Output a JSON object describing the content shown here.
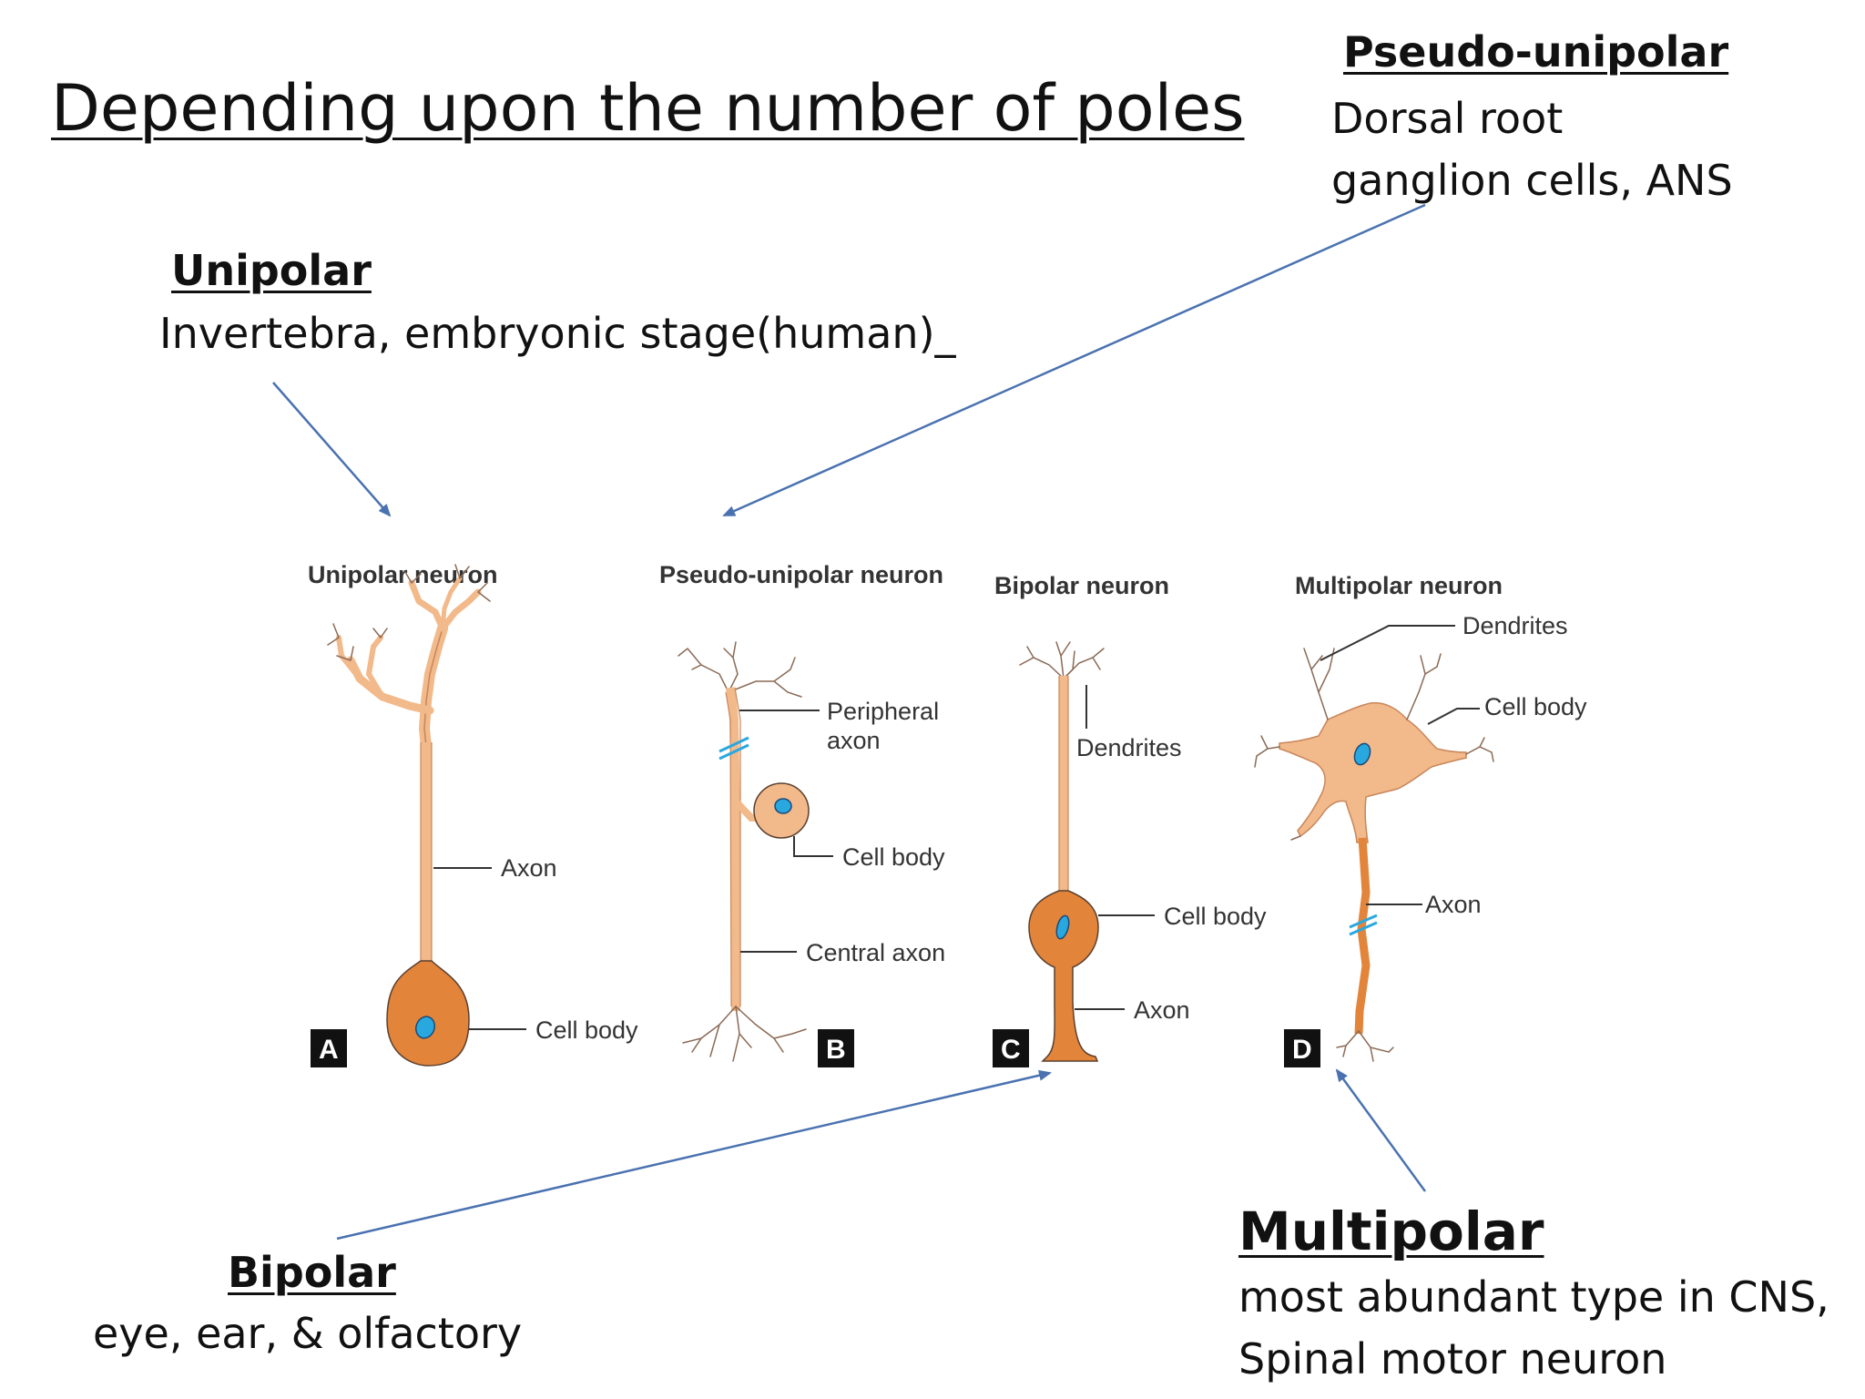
{
  "title": "Depending upon the number of poles",
  "unipolar": {
    "heading": "Unipolar",
    "description": "Invertebra, embryonic stage(human)_"
  },
  "pseudo_unipolar": {
    "heading": "Pseudo-unipolar",
    "description_lines": [
      "Dorsal root",
      "ganglion cells, ANS"
    ]
  },
  "bipolar": {
    "heading": "Bipolar",
    "description": "eye, ear, & olfactory"
  },
  "multipolar": {
    "heading": "Multipolar",
    "description_lines": [
      "most abundant type in CNS,",
      "Spinal motor neuron"
    ]
  },
  "figure": {
    "panel_a": {
      "title": "Unipolar neuron",
      "badge": "A",
      "labels": {
        "axon": "Axon",
        "cell_body": "Cell body"
      }
    },
    "panel_b": {
      "title": "Pseudo-unipolar neuron",
      "badge": "B",
      "labels": {
        "peripheral_axon_1": "Peripheral",
        "peripheral_axon_2": "axon",
        "cell_body": "Cell body",
        "central_axon": "Central axon"
      }
    },
    "panel_c": {
      "title": "Bipolar neuron",
      "badge": "C",
      "labels": {
        "dendrites": "Dendrites",
        "cell_body": "Cell body",
        "axon": "Axon"
      }
    },
    "panel_d": {
      "title": "Multipolar neuron",
      "badge": "D",
      "labels": {
        "dendrites": "Dendrites",
        "cell_body": "Cell body",
        "axon": "Axon"
      }
    }
  },
  "colors": {
    "arrow": "#4a72b0",
    "neuron_light": "#f2b98a",
    "neuron_dark": "#e2843a",
    "nucleus": "#29a8e0",
    "outline": "#5a4030"
  }
}
